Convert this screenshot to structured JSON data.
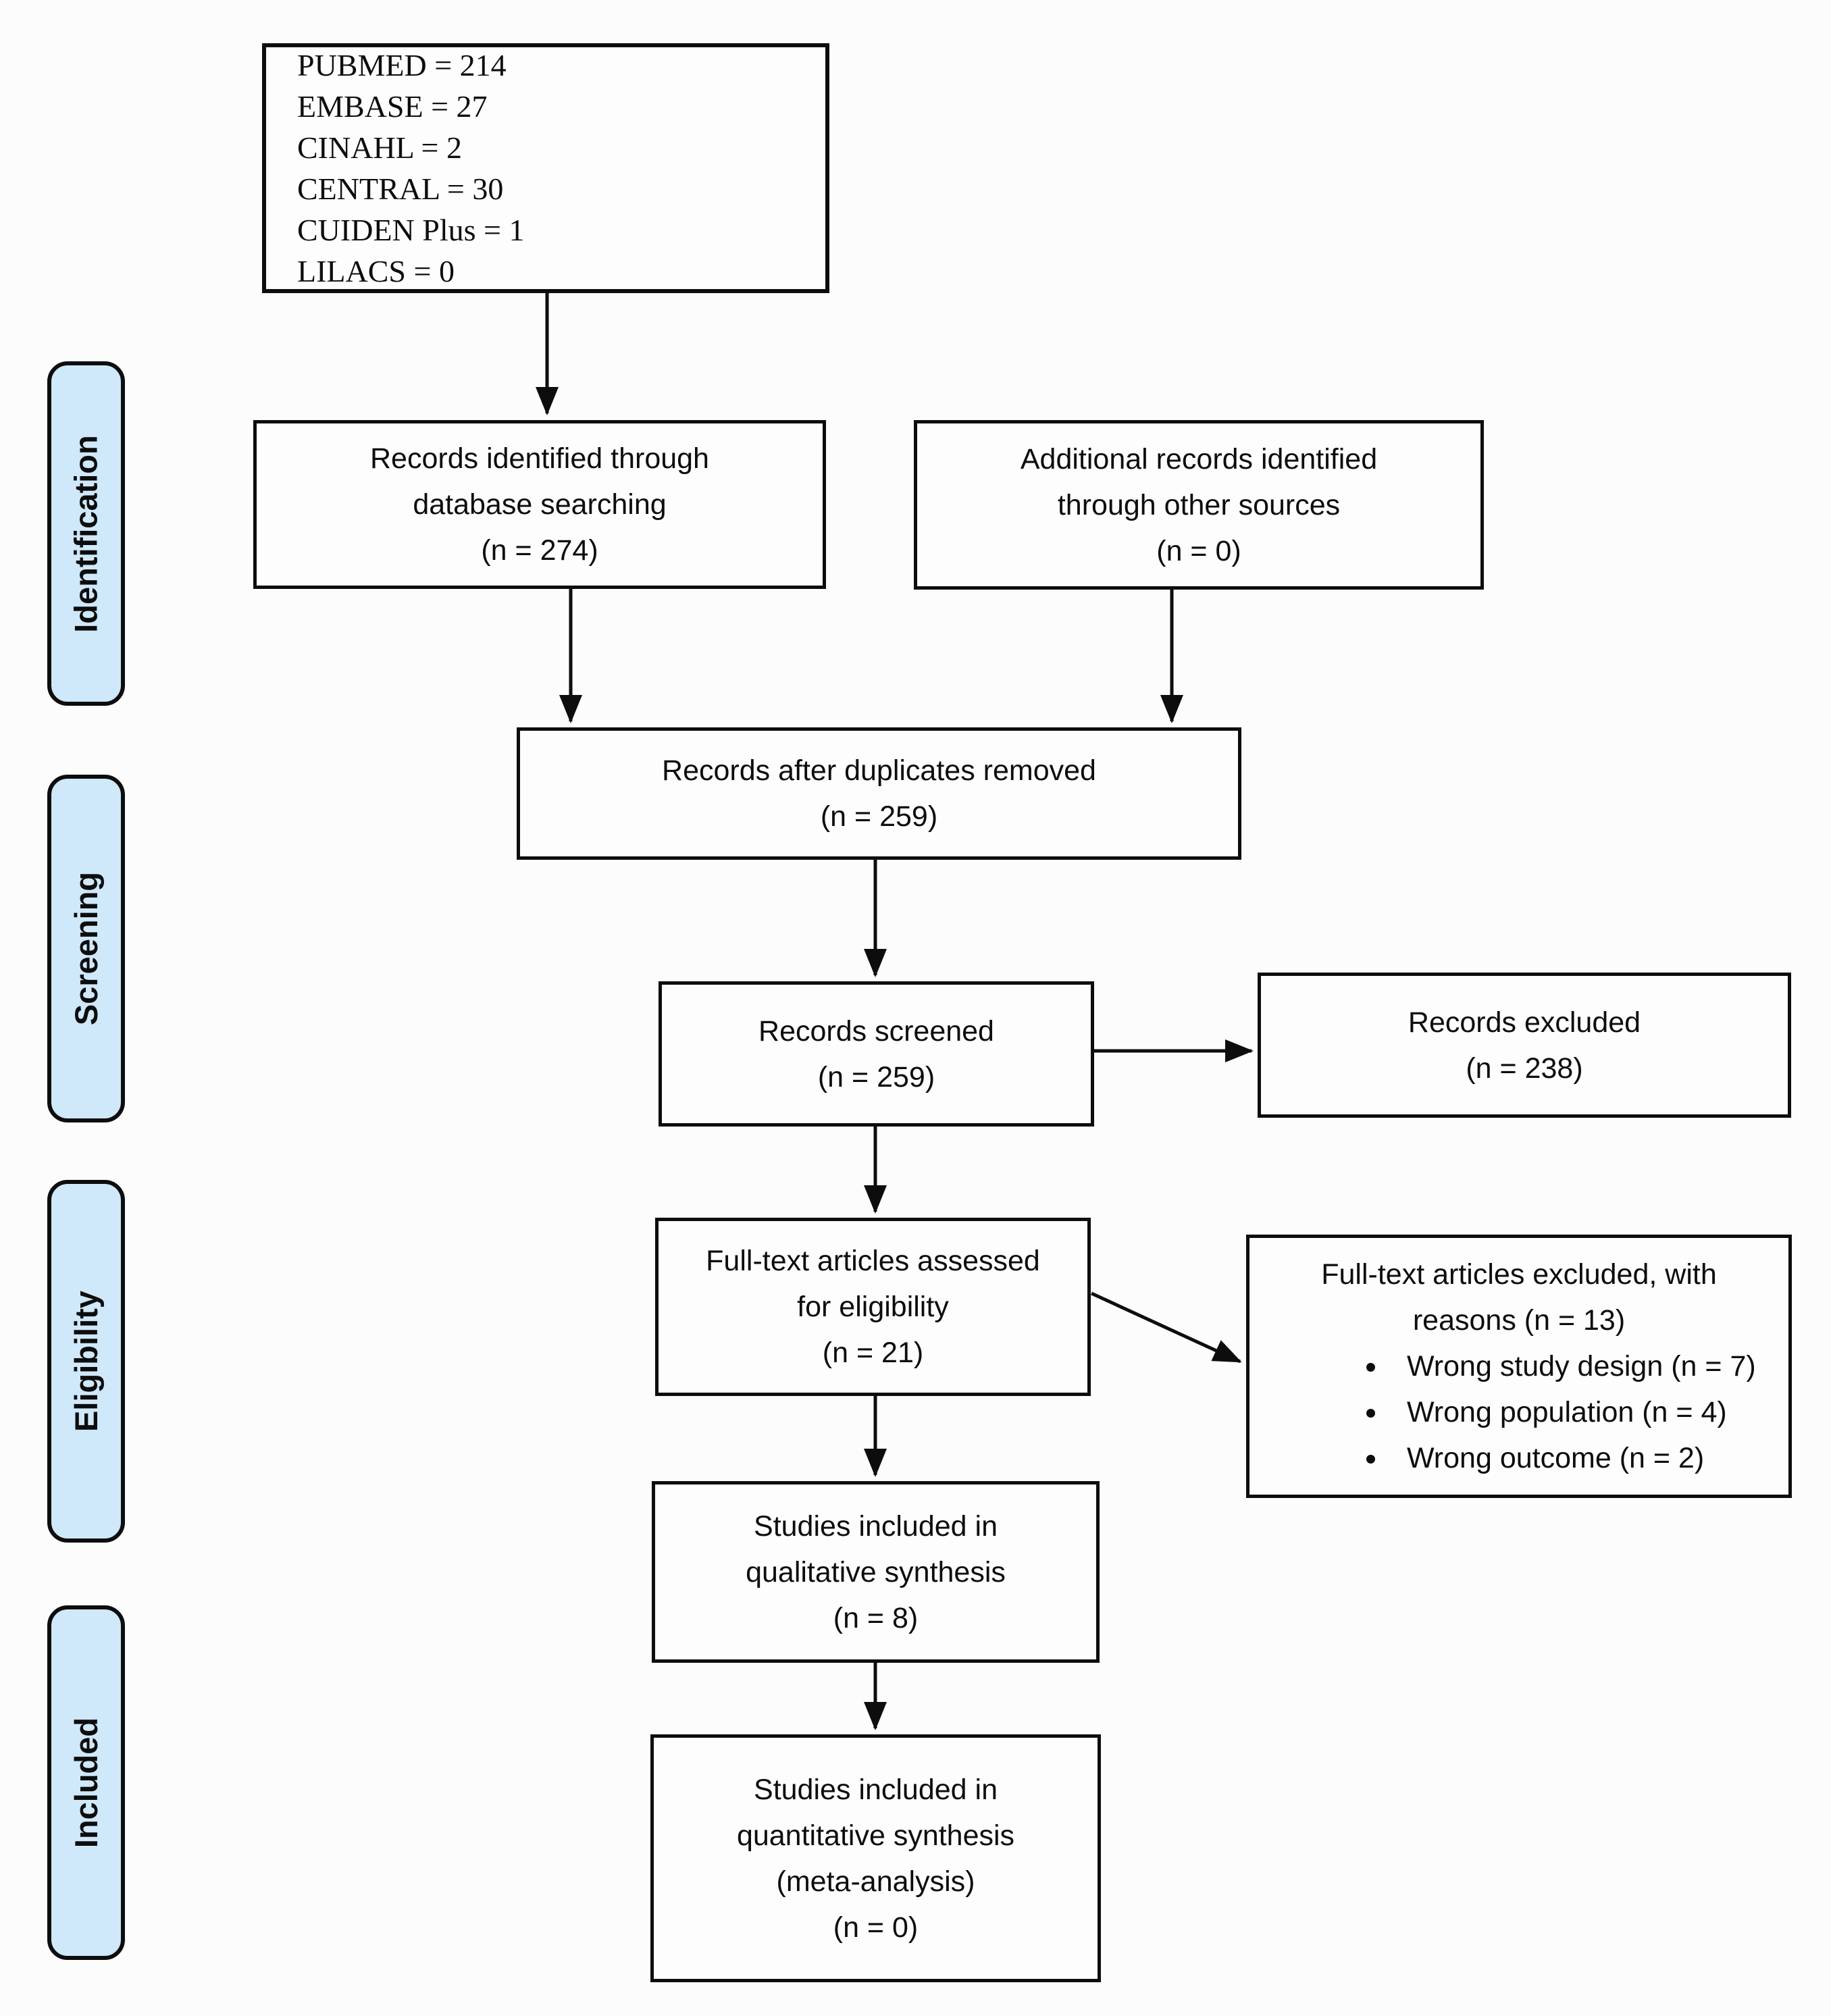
{
  "diagram": {
    "stages": {
      "identification": "Identification",
      "screening": "Screening",
      "eligibility": "Eligibility",
      "included": "Included"
    },
    "boxes": {
      "database_counts": {
        "lines": [
          "PUBMED = 214",
          "EMBASE = 27",
          "CINAHL = 2",
          "CENTRAL = 30",
          "CUIDEN Plus = 1",
          "LILACS = 0"
        ]
      },
      "records_identified": {
        "text": "Records identified through\ndatabase searching\n(n = 274)"
      },
      "additional_records": {
        "text": "Additional records identified\nthrough other sources\n(n = 0)"
      },
      "duplicates_removed": {
        "text": "Records after duplicates removed\n(n = 259)"
      },
      "records_screened": {
        "text": "Records screened\n(n = 259)"
      },
      "records_excluded": {
        "text": "Records excluded\n(n = 238)"
      },
      "fulltext_assessed": {
        "text": "Full-text articles assessed\nfor eligibility\n(n = 21)"
      },
      "fulltext_excluded": {
        "title": "Full-text articles excluded, with\nreasons (n = 13)",
        "reasons": [
          "Wrong study design (n = 7)",
          "Wrong population (n = 4)",
          "Wrong outcome (n = 2)"
        ]
      },
      "qualitative_synthesis": {
        "text": "Studies included in\nqualitative synthesis\n(n = 8)"
      },
      "quantitative_synthesis": {
        "text": "Studies included in\nquantitative synthesis\n(meta-analysis)\n(n = 0)"
      }
    },
    "colors": {
      "stage_fill": "#cfe8fa",
      "line": "#0d0d0d",
      "box_fill": "#fdfdfd"
    }
  }
}
